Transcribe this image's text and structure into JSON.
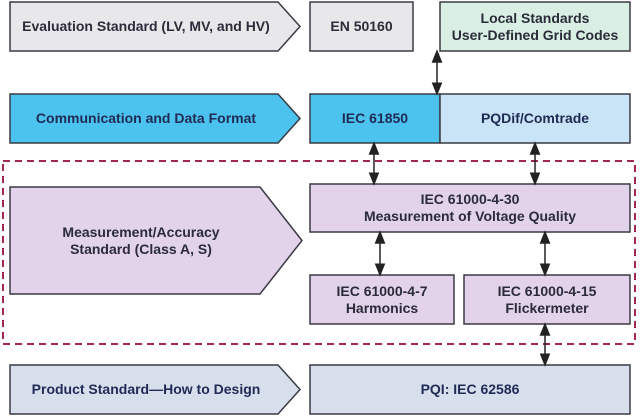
{
  "left_column": {
    "evaluation": "Evaluation Standard (LV, MV, and HV)",
    "communication": "Communication and Data Format",
    "measurement_line1": "Measurement/Accuracy",
    "measurement_line2": "Standard (Class A, S)",
    "product": "Product Standard—How to Design"
  },
  "boxes": {
    "en50160": "EN 50160",
    "local_line1": "Local Standards",
    "local_line2": "User-Defined Grid Codes",
    "iec61850": "IEC 61850",
    "pqdif": "PQDif/Comtrade",
    "iec61000_4_30_line1": "IEC 61000-4-30",
    "iec61000_4_30_line2": "Measurement of Voltage Quality",
    "iec61000_4_7_line1": "IEC 61000-4-7",
    "iec61000_4_7_line2": "Harmonics",
    "iec61000_4_15_line1": "IEC 61000-4-15",
    "iec61000_4_15_line2": "Flickermeter",
    "pqi": "PQI: IEC 62586"
  },
  "colors": {
    "gray_fill": "#e8e8ea",
    "gray_stroke": "#3a3a44",
    "green_fill": "#d9efe3",
    "cyan_fill": "#4cc3ee",
    "light_blue_fill": "#c8e4f6",
    "lavender_fill": "#e2d3ea",
    "slate_fill": "#d7dfec",
    "dashed_border": "#a3284c"
  }
}
